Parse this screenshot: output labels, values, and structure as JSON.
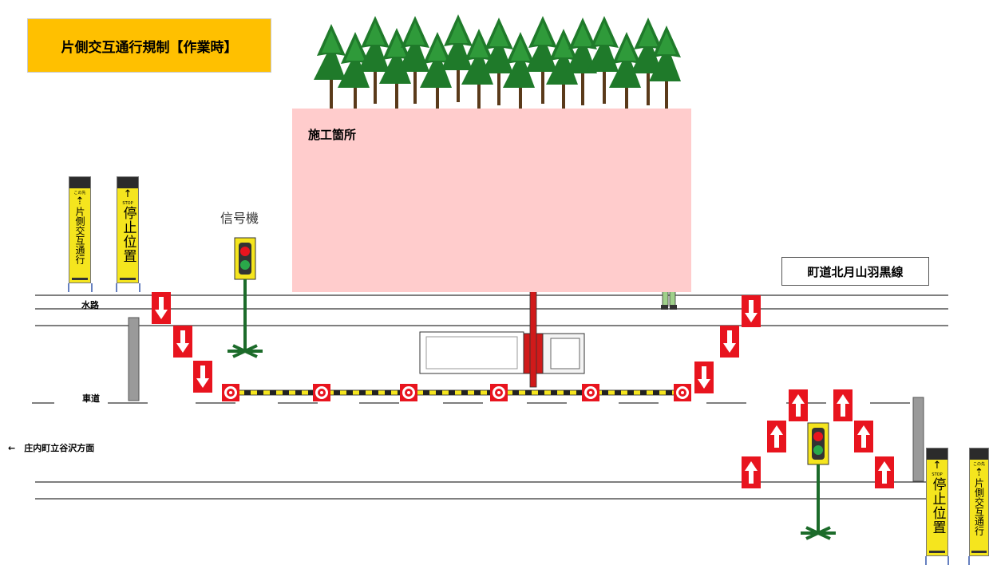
{
  "title": "片側交互通行規制【作業時】",
  "work_area_label": "施工箇所",
  "signal_label": "信号機",
  "road_name": "町道北月山羽黒線",
  "waterway_label": "水路",
  "roadway_label": "車道",
  "direction_label": "←　庄内町立谷沢方面",
  "signs": {
    "caution_top": "この先",
    "caution_text": "片側交互通行",
    "stop_top": "STOP",
    "stop_text": "停止位置"
  },
  "colors": {
    "title_bg": "#ffc000",
    "work_area_bg": "#ffcccc",
    "sign_yellow": "#f5e51e",
    "arrow_red": "#e8141e",
    "tree_green": "#1f7a2a",
    "worker_green": "#9fd08a"
  }
}
